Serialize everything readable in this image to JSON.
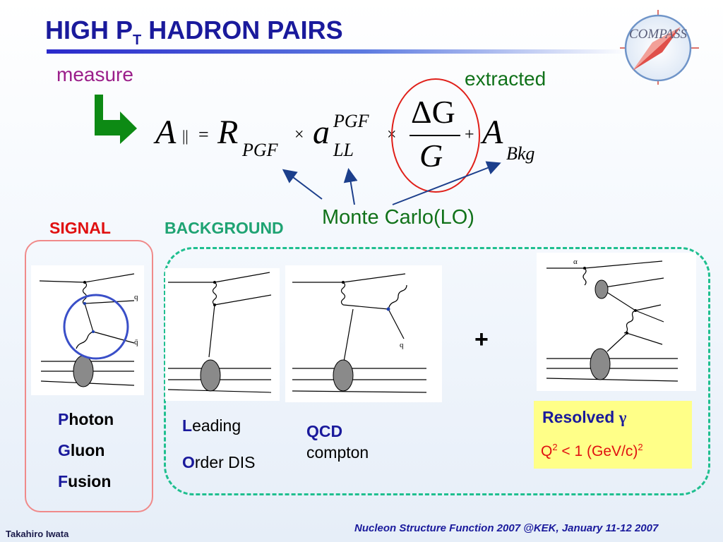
{
  "title": {
    "main_a": "HIGH P",
    "sub": "T",
    "main_b": " HADRON PAIRS"
  },
  "logo": {
    "text": "COMPASS"
  },
  "labels": {
    "measure": "measure",
    "extracted": "extracted",
    "monte_carlo": "Monte Carlo(LO)",
    "signal": "SIGNAL",
    "background": "BACKGROUND",
    "plus": "+"
  },
  "formula": {
    "A": "A",
    "A_sub": "||",
    "eq": "=",
    "R": "R",
    "R_sub": "PGF",
    "times1": "×",
    "a": "a",
    "a_sup": "PGF",
    "a_sub": "LL",
    "times2": "×",
    "frac_num": "ΔG",
    "frac_den": "G",
    "plus": "+",
    "A2": "A",
    "A2_sub": "Bkg"
  },
  "diagrams": {
    "pgf": {
      "q": "q",
      "qbar": "q̄"
    },
    "compton": {
      "q": "q"
    },
    "resolved": {
      "alpha": "α"
    }
  },
  "pgf_text": {
    "l1_cap": "P",
    "l1_rest": "hoton",
    "l2_cap": "G",
    "l2_rest": "luon",
    "l3_cap": "F",
    "l3_rest": "usion"
  },
  "lo_text": {
    "l1_cap": "L",
    "l1_rest": "eading",
    "l2_cap": "O",
    "l2_rest": "rder DIS"
  },
  "qcd_text": {
    "l1": "QCD",
    "l2": "compton"
  },
  "resolved": {
    "title": "Resolved ",
    "gamma": "γ",
    "q_a": "Q",
    "q_sup": "2",
    "q_b": " < 1 (GeV/c)",
    "q_sup2": "2"
  },
  "footer": {
    "left": "Takahiro Iwata",
    "right": "Nucleon Structure Function 2007 @KEK,  January 11-12 2007"
  },
  "colors": {
    "title": "#1a1a9c",
    "measure": "#9b1f8a",
    "green_text": "#11721a",
    "signal": "#e01010",
    "background": "#1fa373",
    "arrow_green": "#0d8a14",
    "arrow_blue": "#1c3f8c",
    "circle_red": "#e0201a",
    "resolved_box": "#ffff88"
  }
}
